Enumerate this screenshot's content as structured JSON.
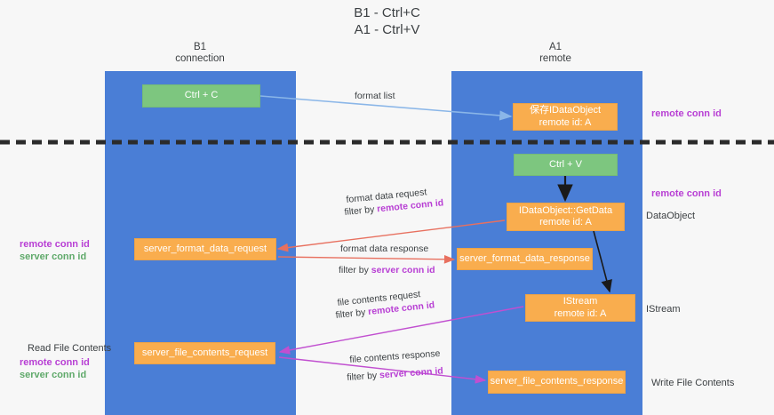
{
  "title": {
    "line1": "B1 - Ctrl+C",
    "line2": "A1 - Ctrl+V"
  },
  "columns": [
    {
      "name": "B1",
      "sub": "connection"
    },
    {
      "name": "A1",
      "sub": "remote"
    }
  ],
  "nodes": {
    "ctrl_c": {
      "label": "Ctrl + C",
      "color": "#7dc67f"
    },
    "idataobject": {
      "line1": "保存IDataObject",
      "line2": "remote id: A",
      "color": "#f9ad4e"
    },
    "ctrl_v": {
      "label": "Ctrl + V",
      "color": "#7dc67f"
    },
    "getdata": {
      "line1": "IDataObject::GetData",
      "line2": "remote id: A",
      "color": "#f9ad4e"
    },
    "server_format_data_request": {
      "label": "server_format_data_request",
      "color": "#f9ad4e"
    },
    "server_format_data_response": {
      "label": "server_format_data_response",
      "color": "#f9ad4e"
    },
    "istream": {
      "line1": "IStream",
      "line2": "remote id: A",
      "color": "#f9ad4e"
    },
    "server_file_contents_request": {
      "label": "server_file_contents_request",
      "color": "#f9ad4e"
    },
    "server_file_contents_response": {
      "label": "server_file_contents_response",
      "color": "#f9ad4e"
    }
  },
  "annotations": {
    "right": [
      {
        "text": "remote conn id",
        "color": "#b83fd4"
      },
      {
        "text": "remote conn id",
        "color": "#b83fd4"
      },
      {
        "text": "DataObject",
        "color": "#3c4043"
      },
      {
        "text": "IStream",
        "color": "#3c4043"
      },
      {
        "text": "Write File Contents",
        "color": "#3c4043"
      }
    ],
    "left": [
      {
        "text": "remote conn id",
        "color": "#b83fd4"
      },
      {
        "text": "server conn id",
        "color": "#5fa96a"
      },
      {
        "text": "Read File Contents",
        "color": "#3c4043"
      },
      {
        "text": "remote conn id",
        "color": "#b83fd4"
      },
      {
        "text": "server conn id",
        "color": "#5fa96a"
      }
    ]
  },
  "edges": [
    {
      "text": "format list",
      "color": "#3c4043"
    },
    {
      "text": "format data request",
      "color": "#3c4043"
    },
    {
      "prefix": "filter by ",
      "emphasis": "remote conn id",
      "color": "#b83fd4"
    },
    {
      "text": "format data response",
      "color": "#3c4043"
    },
    {
      "prefix": "filter by ",
      "emphasis": "server conn id",
      "color": "#b83fd4"
    },
    {
      "text": "file contents request",
      "color": "#3c4043"
    },
    {
      "prefix": "filter by ",
      "emphasis": "remote conn id",
      "color": "#b83fd4"
    },
    {
      "text": "file contents response",
      "color": "#3c4043"
    },
    {
      "prefix": "filter by ",
      "emphasis": "server conn id",
      "color": "#b83fd4"
    }
  ],
  "colors": {
    "lane": "#4a7ed6",
    "green_box": "#7dc67f",
    "orange_box": "#f9ad4e",
    "purple": "#b83fd4",
    "green_text": "#5fa96a",
    "red_arrow": "#e8705f",
    "magenta_arrow": "#c14fd0",
    "blue_arrow": "#8ab6e8",
    "divider": "#2b2b2b",
    "background": "#f7f7f7"
  },
  "labels": {
    "filter_by": "filter by "
  }
}
